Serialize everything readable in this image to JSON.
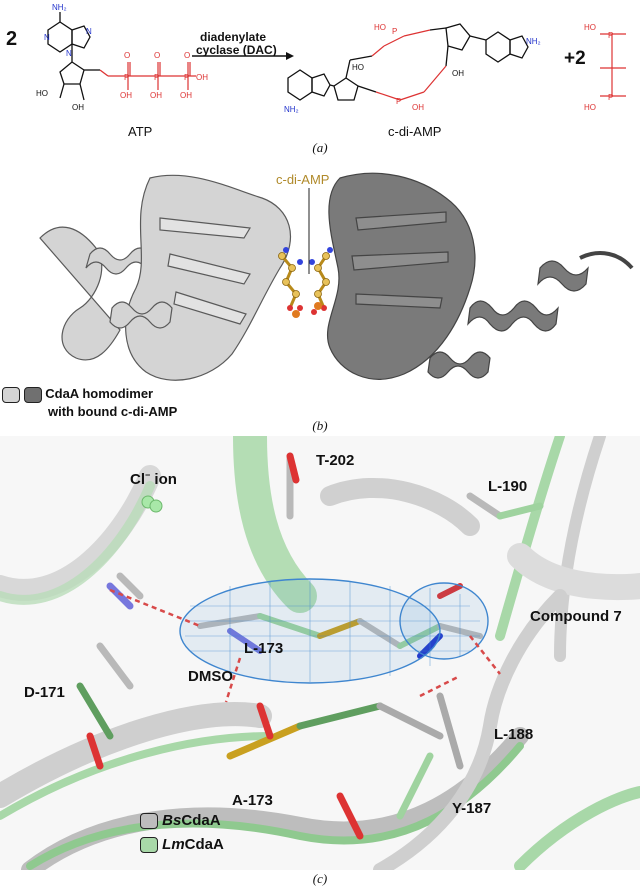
{
  "panel_a": {
    "coef_left": "2",
    "arrow_label_line1": "diadenylate",
    "arrow_label_line2": "cyclase (DAC)",
    "reactant_label": "ATP",
    "product_label": "c-di-AMP",
    "coef_right": "+2",
    "atoms": {
      "nh2": "NH₂",
      "n": "N",
      "o": "O",
      "oh": "OH",
      "ho": "HO",
      "p": "P"
    },
    "caption": "(a)"
  },
  "panel_b": {
    "ligand_label": "c-di-AMP",
    "legend_line1": "CdaA homodimer",
    "legend_line2": "with bound c-di-AMP",
    "colors": {
      "chain_a": "#d4d4d4",
      "chain_b": "#707070",
      "ligand": "#e8c25a"
    },
    "caption": "(b)"
  },
  "panel_c": {
    "labels": {
      "cl_ion_pre": "Cl",
      "cl_ion_sup": "−",
      "cl_ion_post": " ion",
      "t202": "T-202",
      "l190": "L-190",
      "compound7": "Compound 7",
      "d171": "D-171",
      "l173": "L-173",
      "dmso": "DMSO",
      "l188": "L-188",
      "a173": "A-173",
      "y187": "Y-187"
    },
    "legend": [
      {
        "prefix": "Bs",
        "suffix": "CdaA",
        "color": "#bdbdbd"
      },
      {
        "prefix": "Lm",
        "suffix": "CdaA",
        "color": "#a8d8a8"
      }
    ],
    "colors": {
      "bs": "#b9b9b9",
      "lm": "#9fd39f",
      "mesh": "#3f86cf",
      "hbond": "#d84a4a"
    },
    "caption": "(c)"
  }
}
